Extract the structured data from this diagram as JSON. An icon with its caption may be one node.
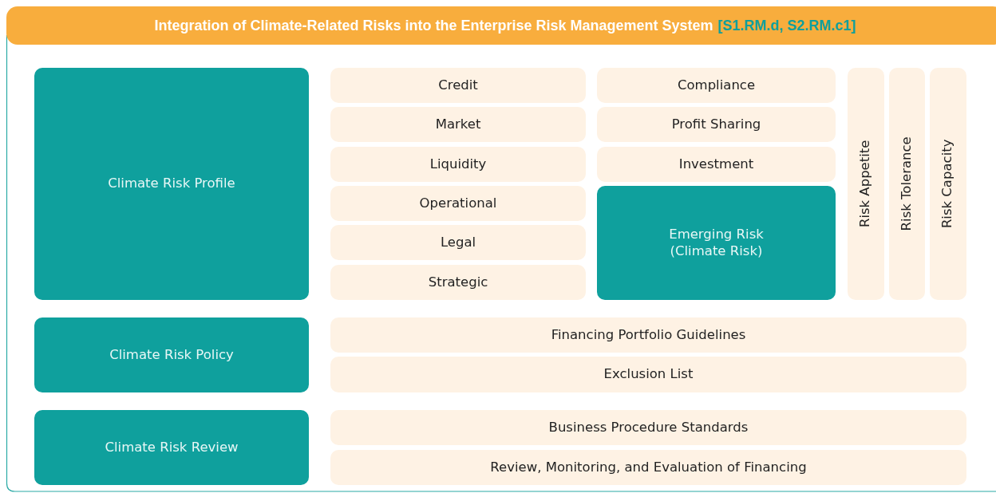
{
  "diagram": {
    "title": "Integration of Climate-Related Risks into the Enterprise Risk Management System",
    "nodes": [
      {
        "text": [
          "Climate Risk Profile"
        ]
      },
      {
        "text": [
          "Credit"
        ]
      },
      {
        "text": [
          "Compliance"
        ]
      },
      {
        "text": [
          "Market"
        ]
      },
      {
        "text": [
          "Profit Sharing"
        ]
      },
      {
        "text": [
          "Liquidity"
        ]
      },
      {
        "text": [
          "Investment"
        ]
      },
      {
        "text": [
          "Operational"
        ]
      },
      {
        "text": [
          "Emerging Risk (Climate Risk)"
        ]
      },
      {
        "text": [
          "Legal"
        ]
      },
      {
        "text": [
          "Strategic"
        ]
      },
      {
        "text": [
          "Risk Appetite"
        ]
      },
      {
        "text": [
          "Risk Tolerance"
        ]
      },
      {
        "text": [
          "Risk Capacity"
        ]
      },
      {
        "text": [
          "Climate Risk Policy"
        ]
      },
      {
        "text": [
          "Financing Portfolio Guidelines"
        ]
      },
      {
        "text": [
          "Exclusion List"
        ]
      },
      {
        "text": [
          "Climate Risk Review"
        ]
      },
      {
        "text": [
          "Business Procedure Standards"
        ]
      },
      {
        "text": [
          "Review, Monitoring, and Evaluation of Financing"
        ]
      }
    ],
    "labels": [
      "[S1.RM.d, S2.RM.c1]"
    ]
  }
}
